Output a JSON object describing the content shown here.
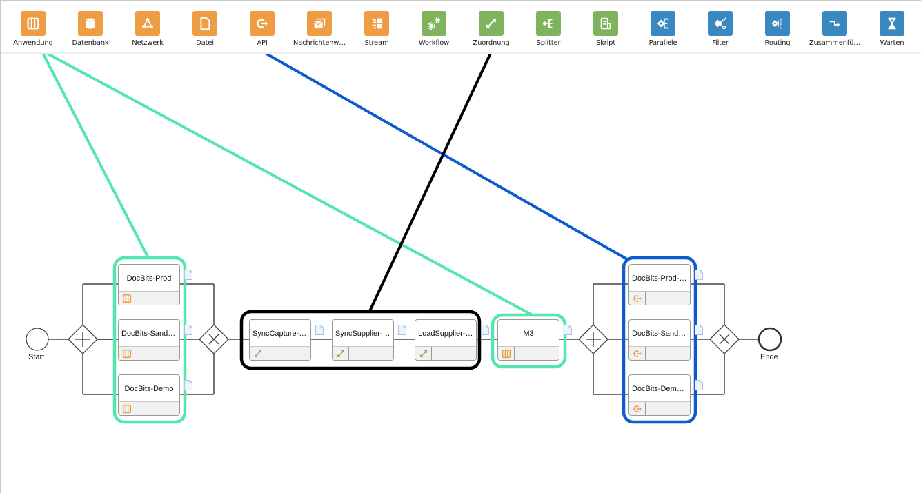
{
  "palette": {
    "source_orange": "#EE9D45",
    "process_green": "#7FB35E",
    "flow_blue": "#3A88C0",
    "highlight_teal": "#55E6AD",
    "highlight_blue": "#0E5BD0",
    "highlight_black": "#000000"
  },
  "toolbar": {
    "items": [
      {
        "label": "Anwendung",
        "icon": "application-columns-icon",
        "category": "source"
      },
      {
        "label": "Datenbank",
        "icon": "database-icon",
        "category": "source"
      },
      {
        "label": "Netzwerk",
        "icon": "network-icon",
        "category": "source"
      },
      {
        "label": "Datei",
        "icon": "file-icon",
        "category": "source"
      },
      {
        "label": "API",
        "icon": "api-arrow-icon",
        "category": "source"
      },
      {
        "label": "Nachrichtenw…",
        "icon": "message-envelope-icon",
        "category": "source"
      },
      {
        "label": "Stream",
        "icon": "stream-icon",
        "category": "source"
      },
      {
        "label": "Workflow",
        "icon": "gears-icon",
        "category": "process"
      },
      {
        "label": "Zuordnung",
        "icon": "mapping-arrow-icon",
        "category": "process"
      },
      {
        "label": "Splitter",
        "icon": "splitter-icon",
        "category": "process"
      },
      {
        "label": "Skript",
        "icon": "script-icon",
        "category": "process"
      },
      {
        "label": "Parallele",
        "icon": "parallel-gateway-icon",
        "category": "flow"
      },
      {
        "label": "Filter",
        "icon": "filter-gateway-icon",
        "category": "flow"
      },
      {
        "label": "Routing",
        "icon": "routing-abc-icon",
        "category": "flow"
      },
      {
        "label": "Zusammenfü…",
        "icon": "merge-arrow-icon",
        "category": "flow"
      },
      {
        "label": "Warten",
        "icon": "hourglass-icon",
        "category": "flow"
      }
    ]
  },
  "diagram": {
    "start_label": "Start",
    "end_label": "Ende",
    "groups": {
      "left_parallel": {
        "tasks": [
          {
            "name": "DocBits-Prod",
            "icon": "application-columns-icon"
          },
          {
            "name": "DocBits-Sandbox",
            "icon": "application-columns-icon"
          },
          {
            "name": "DocBits-Demo",
            "icon": "application-columns-icon"
          }
        ]
      },
      "sequence": {
        "tasks": [
          {
            "name": "SyncCapture-S…",
            "icon": "mapping-arrow-icon"
          },
          {
            "name": "SyncSupplier-L…",
            "icon": "mapping-arrow-icon"
          },
          {
            "name": "LoadSupplier-P…",
            "icon": "mapping-arrow-icon"
          }
        ]
      },
      "m3": {
        "tasks": [
          {
            "name": "M3",
            "icon": "application-columns-icon"
          }
        ]
      },
      "right_parallel": {
        "tasks": [
          {
            "name": "DocBits-Prod-E…",
            "icon": "api-arrow-icon"
          },
          {
            "name": "DocBits-Sandb…",
            "icon": "api-arrow-icon"
          },
          {
            "name": "DocBits-Demo-…",
            "icon": "api-arrow-icon"
          }
        ]
      }
    },
    "annotations": [
      {
        "from_tool": "Anwendung",
        "to": "left_parallel",
        "color": "highlight_teal"
      },
      {
        "from_tool": "Anwendung",
        "to": "m3",
        "color": "highlight_teal"
      },
      {
        "from_tool": "API",
        "to": "right_parallel",
        "color": "highlight_blue"
      },
      {
        "from_tool": "Zuordnung",
        "to": "sequence",
        "color": "highlight_black"
      }
    ]
  }
}
